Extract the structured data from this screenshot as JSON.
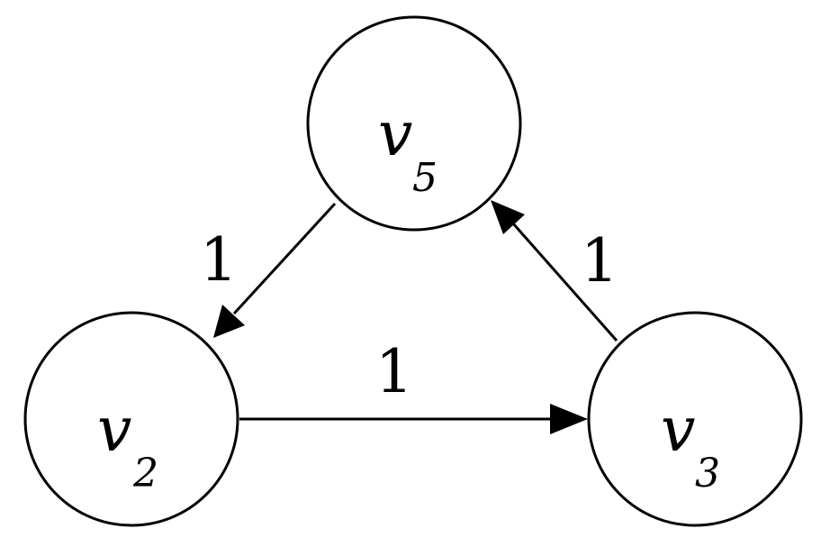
{
  "nodes": [
    {
      "id": "v5",
      "label": "v",
      "subscript": "5"
    },
    {
      "id": "v2",
      "label": "v",
      "subscript": "2"
    },
    {
      "id": "v3",
      "label": "v",
      "subscript": "3"
    }
  ],
  "edges": [
    {
      "from": "v5",
      "to": "v2",
      "weight": "1"
    },
    {
      "from": "v2",
      "to": "v3",
      "weight": "1"
    },
    {
      "from": "v3",
      "to": "v5",
      "weight": "1"
    }
  ],
  "colors": {
    "stroke": "#000000",
    "background": "#ffffff"
  }
}
